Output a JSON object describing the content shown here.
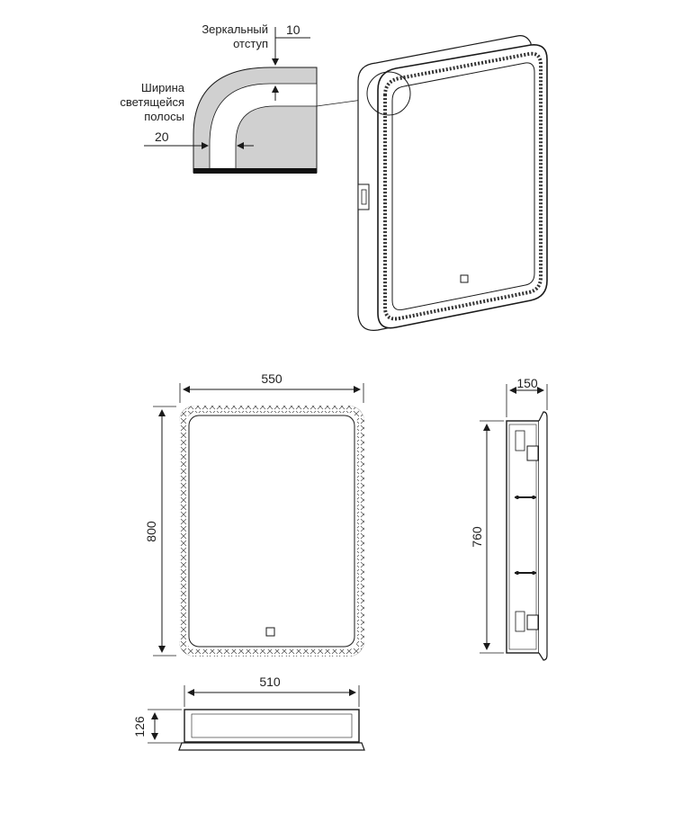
{
  "detail": {
    "mirror_offset_label_line1": "Зеркальный",
    "mirror_offset_label_line2": "отступ",
    "mirror_offset_value": "10",
    "strip_width_label_line1": "Ширина",
    "strip_width_label_line2": "светящейся",
    "strip_width_label_line3": "полосы",
    "strip_width_value": "20"
  },
  "front_view": {
    "width_value": "550",
    "height_value": "800"
  },
  "side_view": {
    "depth_value": "150",
    "height_value": "760"
  },
  "bottom_view": {
    "width_value": "510",
    "depth_value": "126"
  },
  "colors": {
    "line": "#1a1a1a",
    "light_fill": "#d9d9d9",
    "base_fill": "#111111"
  }
}
